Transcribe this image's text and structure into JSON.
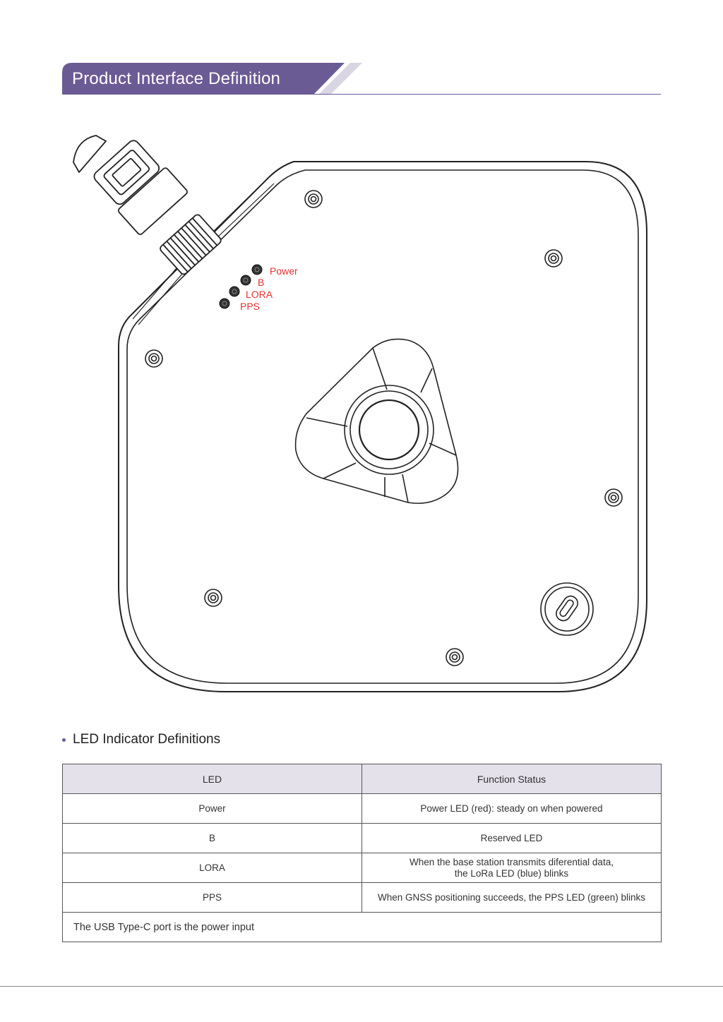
{
  "header": {
    "title": "Product Interface Definition"
  },
  "diagram": {
    "led_labels": {
      "power": "Power",
      "b": "B",
      "lora": "LORA",
      "pps": "PPS"
    },
    "colors": {
      "label_red": "#e8312f",
      "outline": "#222222"
    }
  },
  "section": {
    "subheading": "LED Indicator Definitions"
  },
  "table": {
    "headers": [
      "LED",
      "Function Status"
    ],
    "rows": [
      {
        "led": "Power",
        "status": "Power LED (red): steady on when powered"
      },
      {
        "led": "B",
        "status": "Reserved LED"
      },
      {
        "led": "LORA",
        "status_line1": "When the base station transmits diferential data,",
        "status_line2": "the LoRa LED (blue) blinks"
      },
      {
        "led": "PPS",
        "status": "When GNSS positioning succeeds, the PPS LED (green) blinks"
      }
    ],
    "note": "The USB Type-C port is the power input"
  },
  "colors": {
    "accent": "#6b5b95",
    "header_fill": "#6b5b95",
    "header_tail": "#d9d5e3",
    "table_header_bg": "#e4e1ea"
  }
}
